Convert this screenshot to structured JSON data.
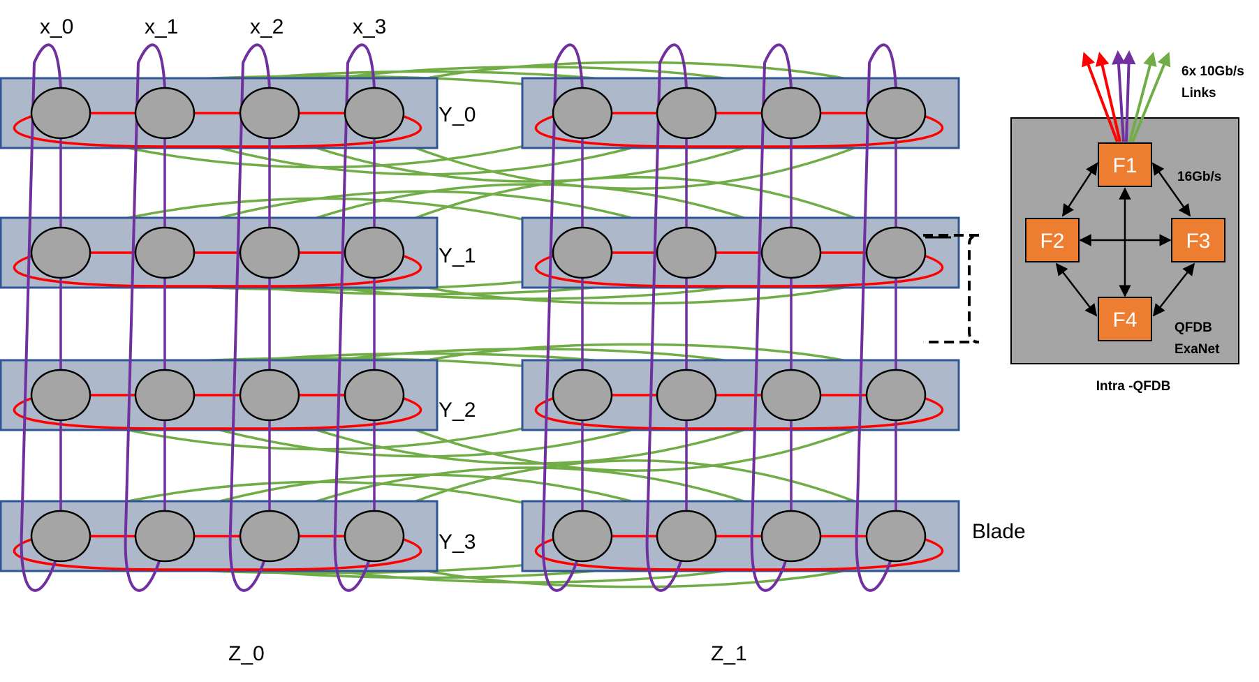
{
  "x_labels": [
    "x_0",
    "x_1",
    "x_2",
    "x_3"
  ],
  "y_labels": [
    "Y_0",
    "Y_1",
    "Y_2",
    "Y_3"
  ],
  "z_labels": [
    "Z_0",
    "Z_1"
  ],
  "blade_label": "Blade",
  "qfdb": {
    "fpgas": [
      "F1",
      "F2",
      "F3",
      "F4"
    ],
    "links_line1": "6x 10Gb/s",
    "links_line2": "Links",
    "speed_label": "16Gb/s",
    "box_line1": "QFDB",
    "box_line2": "ExaNet",
    "caption": "Intra -QFDB"
  },
  "colors": {
    "blade_fill": "#adb9ca",
    "blade_stroke": "#2f5597",
    "node_fill": "#a5a5a5",
    "x_link": "#ff0000",
    "y_link": "#7030a0",
    "z_link": "#70ad47",
    "fpga_fill": "#ed7d31",
    "qfdb_fill": "#a5a5a5"
  }
}
